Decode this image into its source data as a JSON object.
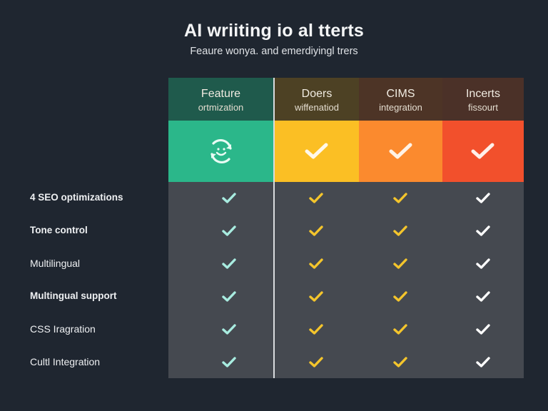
{
  "header": {
    "title": "AI wriiting io al tterts",
    "subtitle": "Feaure wonya. and emerdiyingl trers"
  },
  "columns": [
    {
      "title": "Feature",
      "subtitle": "ortmization",
      "header_color": "#1f5a4c",
      "band_color": "#2bb78a",
      "band_icon": "smiley-refresh-icon",
      "check_color": "#a8ece0"
    },
    {
      "title": "Doers",
      "subtitle": "wiffenatiod",
      "header_color": "#4d4124",
      "band_color": "#fbbf24",
      "band_icon": "check-icon",
      "check_color": "#f4c52c"
    },
    {
      "title": "CIMS",
      "subtitle": "integration",
      "header_color": "#4d3426",
      "band_color": "#fb8a2e",
      "band_icon": "check-icon",
      "check_color": "#f4c52c"
    },
    {
      "title": "Incerts",
      "subtitle": "fissourt",
      "header_color": "#4b3128",
      "band_color": "#f2502c",
      "band_icon": "check-icon",
      "check_color": "#ffffff"
    }
  ],
  "rows": [
    {
      "label": "4 SEO optimizations",
      "bold": true,
      "values": [
        true,
        true,
        true,
        true
      ]
    },
    {
      "label": "Tone control",
      "bold": true,
      "values": [
        true,
        true,
        true,
        true
      ]
    },
    {
      "label": "Multilingual",
      "bold": false,
      "values": [
        true,
        true,
        true,
        true
      ]
    },
    {
      "label": "Multingual support",
      "bold": true,
      "values": [
        true,
        true,
        true,
        true
      ]
    },
    {
      "label": "CSS Iragration",
      "bold": false,
      "values": [
        true,
        true,
        true,
        true
      ]
    },
    {
      "label": "Cultl Integration",
      "bold": false,
      "values": [
        true,
        true,
        true,
        true
      ]
    }
  ],
  "colors": {
    "background": "#1f2630",
    "table_body": "#454950",
    "divider": "#d9dcdf"
  }
}
